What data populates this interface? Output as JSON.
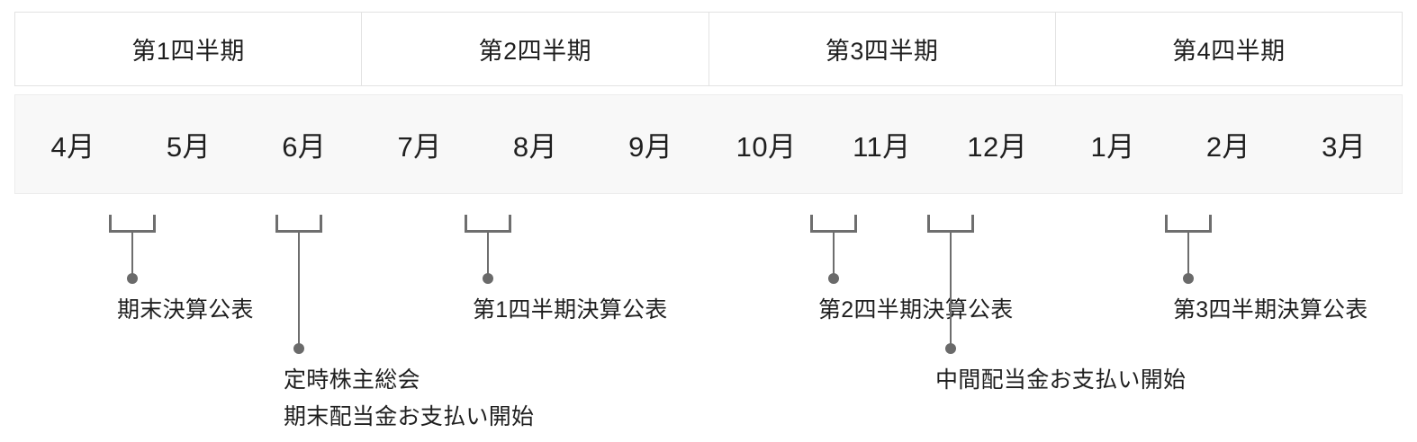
{
  "chart_data": {
    "type": "table",
    "title": "",
    "quarters": [
      {
        "label": "第1四半期",
        "months": [
          "4月",
          "5月",
          "6月"
        ]
      },
      {
        "label": "第2四半期",
        "months": [
          "7月",
          "8月",
          "9月"
        ]
      },
      {
        "label": "第3四半期",
        "months": [
          "10月",
          "11月",
          "12月"
        ]
      },
      {
        "label": "第4四半期",
        "months": [
          "1月",
          "2月",
          "3月"
        ]
      }
    ],
    "months": [
      "4月",
      "5月",
      "6月",
      "7月",
      "8月",
      "9月",
      "10月",
      "11月",
      "12月",
      "1月",
      "2月",
      "3月"
    ],
    "events": [
      {
        "month": "5月",
        "labels": [
          "期末決算公表"
        ]
      },
      {
        "month": "6月",
        "labels": [
          "定時株主総会",
          "期末配当金お支払い開始"
        ]
      },
      {
        "month": "8月",
        "labels": [
          "第1四半期決算公表"
        ]
      },
      {
        "month": "11月",
        "labels": [
          "第2四半期決算公表"
        ]
      },
      {
        "month": "12月",
        "labels": [
          "中間配当金お支払い開始"
        ]
      },
      {
        "month": "2月",
        "labels": [
          "第3四半期決算公表"
        ]
      }
    ],
    "colors": {
      "marker": "#6a6a6a",
      "bracket": "#6e6e6e",
      "month_row_background": "#f8f8f8",
      "border": "#e2e2e2",
      "text": "#1f1f1f"
    }
  },
  "quarter_row": {
    "cells": [
      {
        "label": "第1四半期"
      },
      {
        "label": "第2四半期"
      },
      {
        "label": "第3四半期"
      },
      {
        "label": "第4四半期"
      }
    ]
  },
  "month_row": {
    "cells": [
      {
        "label": "4月"
      },
      {
        "label": "5月"
      },
      {
        "label": "6月"
      },
      {
        "label": "7月"
      },
      {
        "label": "8月"
      },
      {
        "label": "9月"
      },
      {
        "label": "10月"
      },
      {
        "label": "11月"
      },
      {
        "label": "12月"
      },
      {
        "label": "1月"
      },
      {
        "label": "2月"
      },
      {
        "label": "3月"
      }
    ]
  },
  "events": [
    {
      "id": "year-end-results",
      "line1": "期末決算公表",
      "line2": ""
    },
    {
      "id": "shareholders-meeting",
      "line1": "定時株主総会",
      "line2": "期末配当金お支払い開始"
    },
    {
      "id": "q1-results",
      "line1": "第1四半期決算公表",
      "line2": ""
    },
    {
      "id": "q2-results",
      "line1": "第2四半期決算公表",
      "line2": ""
    },
    {
      "id": "interim-dividend",
      "line1": "中間配当金お支払い開始",
      "line2": ""
    },
    {
      "id": "q3-results",
      "line1": "第3四半期決算公表",
      "line2": ""
    }
  ]
}
